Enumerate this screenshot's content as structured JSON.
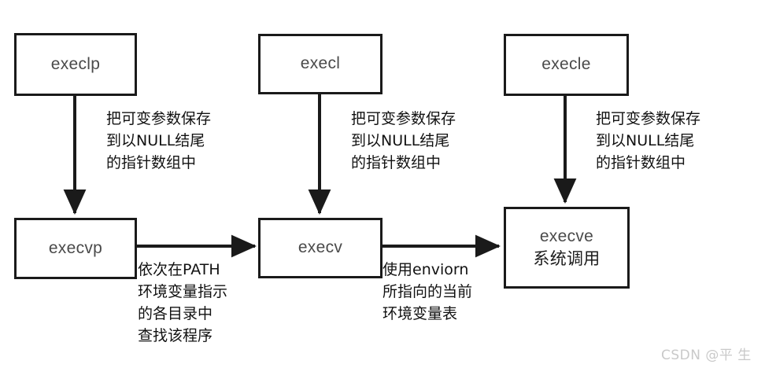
{
  "diagram": {
    "title": "exec family of functions flow",
    "stroke_color": "#1a1a1a",
    "text_color": "#111111",
    "node_label_color": "#4a4a4a",
    "background": "#ffffff",
    "nodes": [
      {
        "id": "execlp",
        "label": "execlp",
        "sub": ""
      },
      {
        "id": "execl",
        "label": "execl",
        "sub": ""
      },
      {
        "id": "execle",
        "label": "execle",
        "sub": ""
      },
      {
        "id": "execvp",
        "label": "execvp",
        "sub": ""
      },
      {
        "id": "execv",
        "label": "execv",
        "sub": ""
      },
      {
        "id": "execve",
        "label": "execve",
        "sub": "系统调用"
      }
    ],
    "edge_labels": [
      {
        "id": "lp-to-vp",
        "text": "把可变参数保存\n到以NULL结尾\n的指针数组中"
      },
      {
        "id": "l-to-v",
        "text": "把可变参数保存\n到以NULL结尾\n的指针数组中"
      },
      {
        "id": "le-to-ve",
        "text": "把可变参数保存\n到以NULL结尾\n的指针数组中"
      },
      {
        "id": "vp-to-v",
        "text": "依次在PATH\n环境变量指示\n的各目录中\n查找该程序"
      },
      {
        "id": "v-to-ve",
        "text": "使用enviorn\n所指向的当前\n环境变量表"
      }
    ],
    "watermark": "CSDN @平 生"
  }
}
